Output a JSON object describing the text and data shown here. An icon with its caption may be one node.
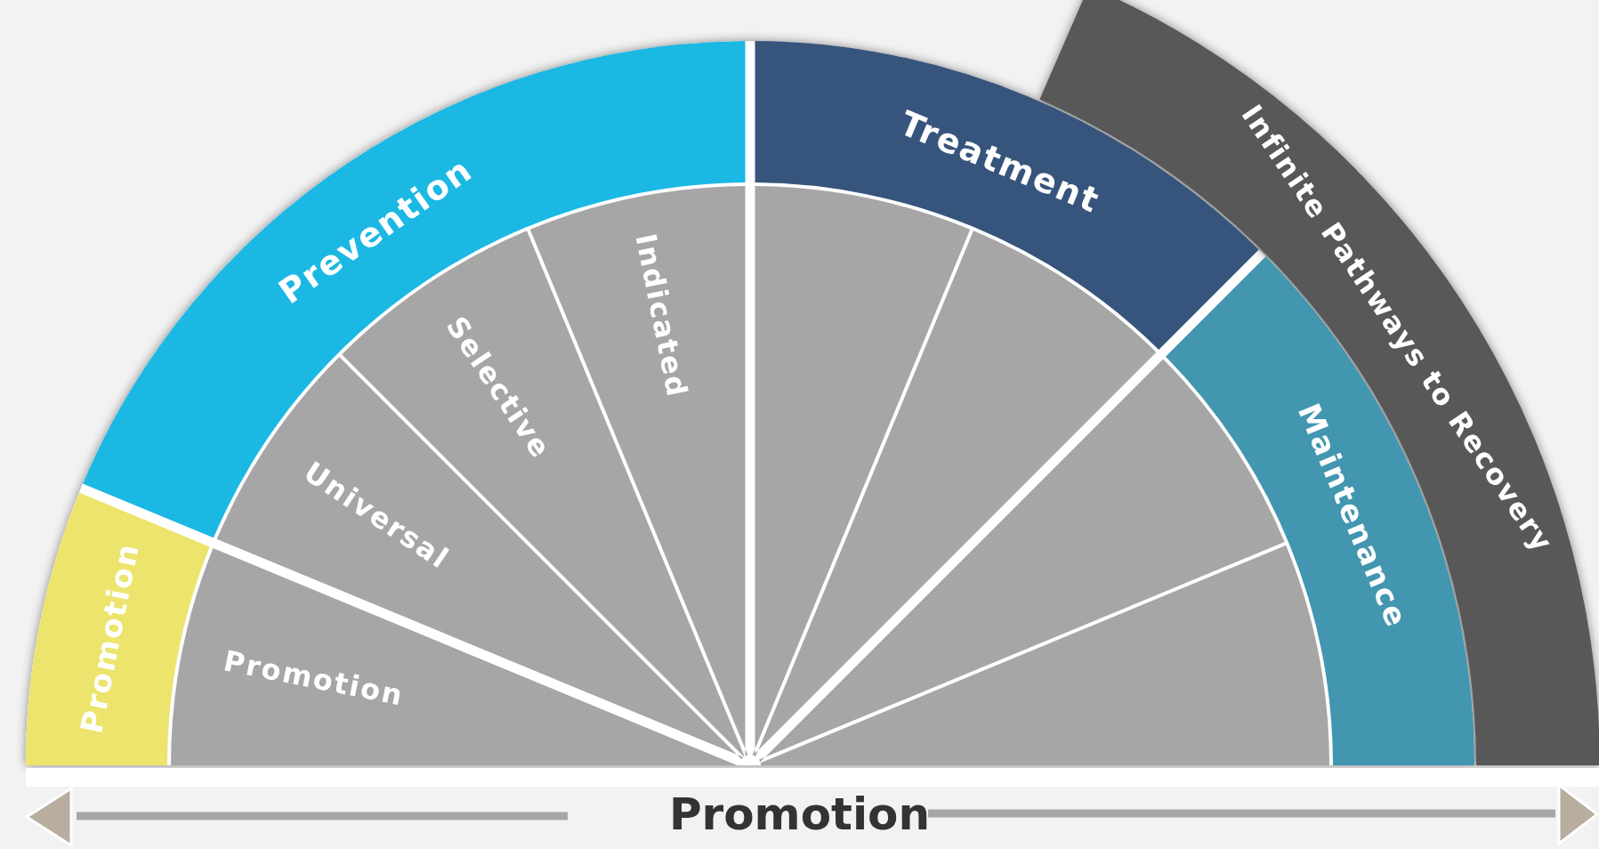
{
  "diagram": {
    "nodes": [
      {
        "text": [
          "Promotion"
        ]
      },
      {
        "text": [
          "Prevention"
        ]
      },
      {
        "text": [
          "Treatment"
        ]
      },
      {
        "text": [
          "Maintenance"
        ]
      },
      {
        "text": [
          "Infinite Pathways to Recovery"
        ]
      },
      {
        "text": [
          "Promotion"
        ]
      },
      {
        "text": [
          "Universal"
        ]
      },
      {
        "text": [
          "Selective"
        ]
      },
      {
        "text": [
          "Indicated"
        ]
      },
      {
        "text": [],
        "shape": "wedge"
      },
      {
        "text": [],
        "shape": "wedge"
      },
      {
        "text": [],
        "shape": "wedge"
      },
      {
        "text": [],
        "shape": "wedge"
      }
    ],
    "labels": [
      "Promotion"
    ]
  }
}
